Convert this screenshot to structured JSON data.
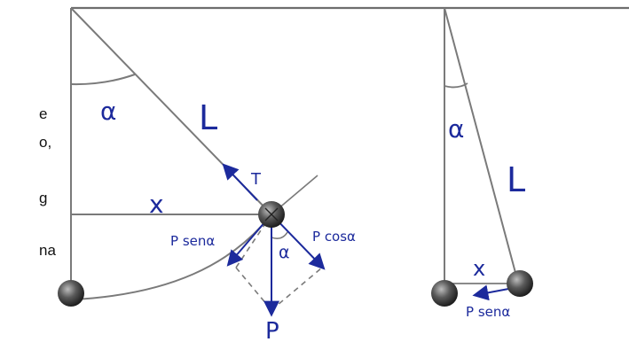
{
  "left_text_fragments": [
    "e",
    "o,",
    "g",
    "na"
  ],
  "labels": {
    "alpha_left": "α",
    "length_left": "L",
    "tension": "T",
    "x_left": "x",
    "p_sen_left": "P senα",
    "p_cos": "P cosα",
    "alpha_force": "α",
    "p_weight": "P",
    "alpha_right": "α",
    "length_right": "L",
    "x_right": "x",
    "p_sen_right": "P senα"
  },
  "colors": {
    "label": "#1c2a9c",
    "line": "#7a7a7a",
    "arrow": "#1c2a9c",
    "ceiling": "#6e6e6e"
  }
}
